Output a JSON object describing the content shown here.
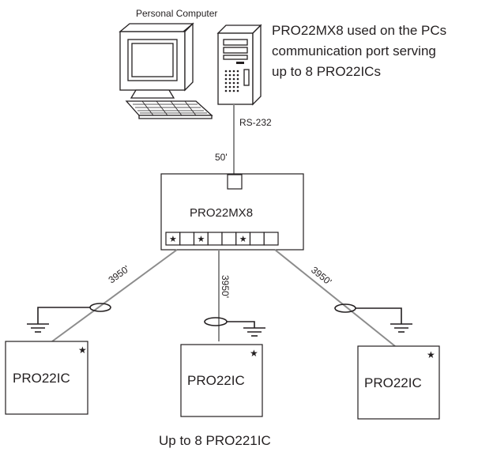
{
  "pc": {
    "label": "Personal Computer",
    "icon": "personal-computer-icon"
  },
  "description": {
    "line1": "PRO22MX8 used on the PCs",
    "line2": "communication port serving",
    "line3": "up to 8 PRO22ICs"
  },
  "link": {
    "protocol": "RS-232",
    "length": "50'"
  },
  "mux": {
    "label": "PRO22MX8",
    "port_count": 8,
    "starred_ports": [
      1,
      3,
      6
    ]
  },
  "cables": {
    "left_length": "3950'",
    "middle_length": "3950'",
    "right_length": "3950'"
  },
  "controllers": [
    {
      "label": "PRO22IC",
      "star": "★"
    },
    {
      "label": "PRO22IC",
      "star": "★"
    },
    {
      "label": "PRO22IC",
      "star": "★"
    }
  ],
  "footer": {
    "caption": "Up to 8 PRO221IC"
  },
  "colors": {
    "line": "#231f20",
    "cable": "#8c8c8c",
    "background": "#ffffff"
  }
}
